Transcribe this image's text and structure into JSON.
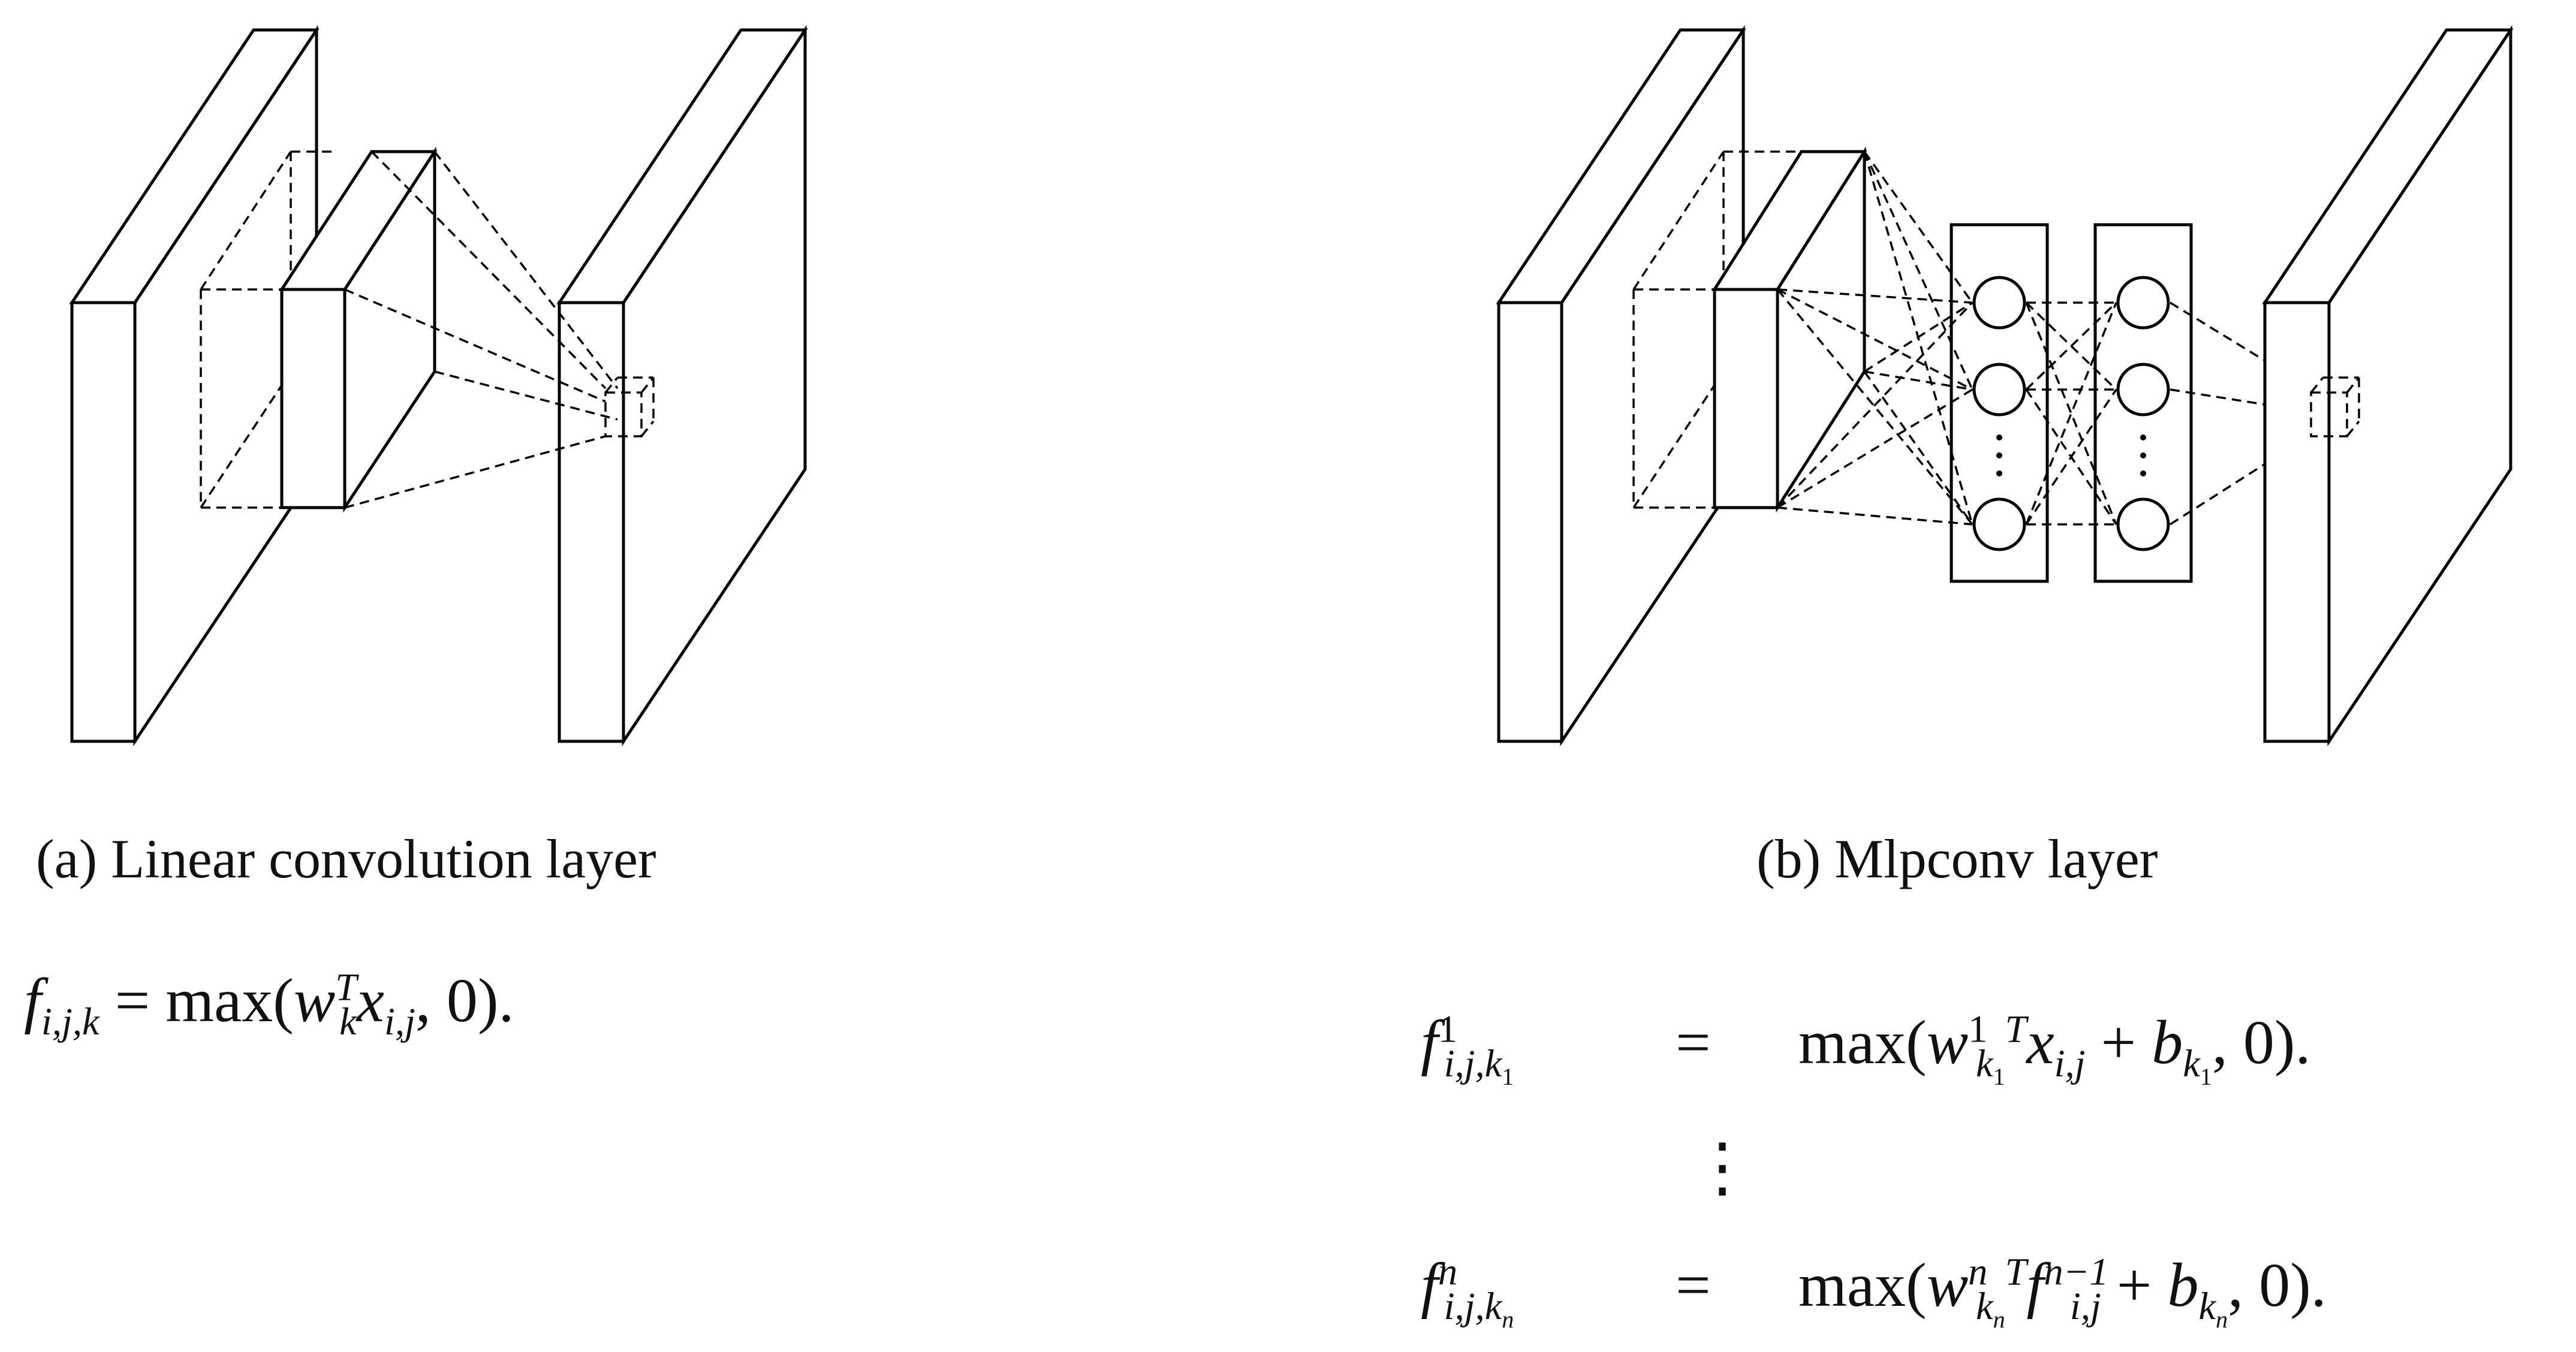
{
  "captions": {
    "a": "(a) Linear convolution layer",
    "b": "(b) Mlpconv layer"
  },
  "formula_a": {
    "lhs": "f",
    "lhs_sub": "i,j,k",
    "eq": "=",
    "max": "max(",
    "w": "w",
    "w_sup": "T",
    "w_sub": "k",
    "x": "x",
    "x_sub": "i,j",
    "tail": ", 0)."
  },
  "formula_b1": {
    "lhs": "f",
    "lhs_sup": "1",
    "lhs_sub": "i,j,k",
    "lhs_subsub": "1",
    "eq": "=",
    "max": "max(",
    "w": "w",
    "w_sup": "1",
    "w_sub": "k",
    "w_subsub": "1",
    "T": "T",
    "x": "x",
    "x_sub": "i,j",
    "plus": " + ",
    "b": "b",
    "b_sub": "k",
    "b_subsub": "1",
    "tail": ", 0)."
  },
  "formula_b_vdots": "⋮",
  "formula_bn": {
    "lhs": "f",
    "lhs_sup": "n",
    "lhs_sub": "i,j,k",
    "lhs_subsub": "n",
    "eq": "=",
    "max": "max(",
    "w": "w",
    "w_sup": "n",
    "w_sub": "k",
    "w_subsub": "n",
    "T": "T",
    "f": "f",
    "f_sup": "n−1",
    "f_sub": "i,j",
    "plus": " + ",
    "b": "b",
    "b_sub": "k",
    "b_subsub": "n",
    "tail": ", 0)."
  }
}
